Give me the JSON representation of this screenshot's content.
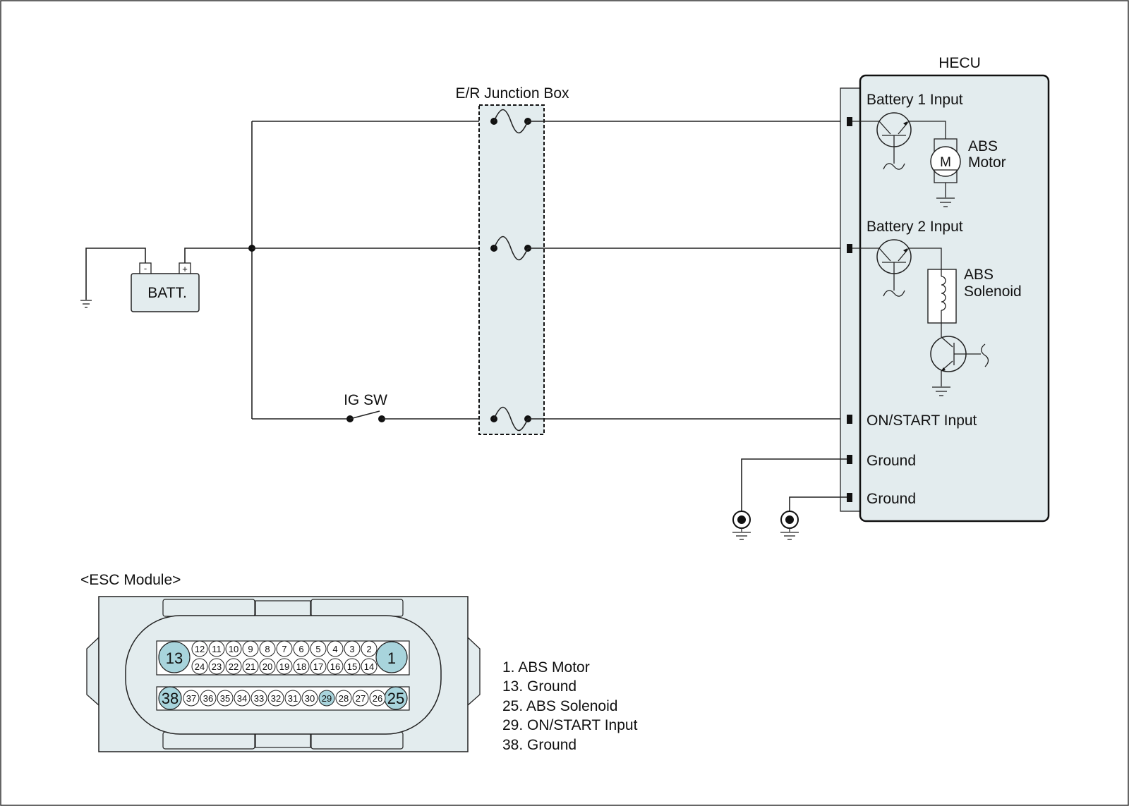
{
  "colors": {
    "panel_fill": "#e3ecee",
    "accent_pin": "#a8d4dc",
    "line": "#222222"
  },
  "junction_box": {
    "label": "E/R Junction Box"
  },
  "battery": {
    "label": "BATT.",
    "neg_symbol": "-",
    "pos_symbol": "+"
  },
  "ig_switch": {
    "label": "IG SW"
  },
  "hecu": {
    "title": "HECU",
    "battery1_input": "Battery 1 Input",
    "battery2_input": "Battery 2 Input",
    "abs_motor_line1": "ABS",
    "abs_motor_line2": "Motor",
    "motor_symbol": "M",
    "abs_solenoid_line1": "ABS",
    "abs_solenoid_line2": "Solenoid",
    "on_start_input": "ON/START Input",
    "ground1": "Ground",
    "ground2": "Ground"
  },
  "connector": {
    "title": "<ESC Module>",
    "big_pins": {
      "top_left": "13",
      "top_right": "1",
      "bottom_left": "38",
      "bottom_right": "25"
    },
    "top_row1": [
      "12",
      "11",
      "10",
      "9",
      "8",
      "7",
      "6",
      "5",
      "4",
      "3",
      "2"
    ],
    "top_row2": [
      "24",
      "23",
      "22",
      "21",
      "20",
      "19",
      "18",
      "17",
      "16",
      "15",
      "14"
    ],
    "bottom_row": [
      "37",
      "36",
      "35",
      "34",
      "33",
      "32",
      "31",
      "30",
      "29",
      "28",
      "27",
      "26"
    ],
    "highlighted_pins": [
      "29"
    ]
  },
  "pin_legend": [
    "1. ABS Motor",
    "13. Ground",
    "25. ABS Solenoid",
    "29. ON/START Input",
    "38. Ground"
  ]
}
